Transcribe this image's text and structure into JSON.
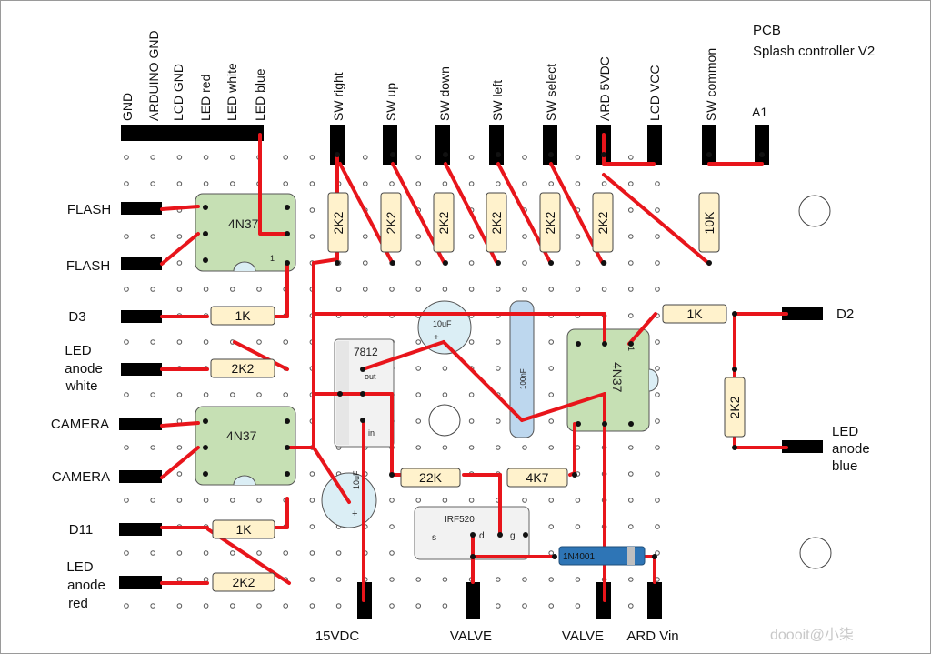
{
  "title": {
    "line1": "PCB",
    "line2": "Splash controller V2"
  },
  "watermark": "doooit@小柒",
  "top_header_labels": [
    "GND",
    "ARDUINO GND",
    "LCD GND",
    "LED red",
    "LED white",
    "LED blue"
  ],
  "top_switch_labels": [
    "SW right",
    "SW up",
    "SW down",
    "SW left",
    "SW select",
    "ARD 5VDC",
    "LCD VCC",
    "SW common"
  ],
  "a1_label": "A1",
  "left_labels": {
    "flash1": "FLASH",
    "flash2": "FLASH",
    "d3": "D3",
    "led_white": [
      "LED",
      "anode",
      "white"
    ],
    "camera1": "CAMERA",
    "camera2": "CAMERA",
    "d11": "D11",
    "led_red": [
      "LED",
      "anode",
      "red"
    ]
  },
  "right_labels": {
    "d2": "D2",
    "led_blue": [
      "LED",
      "anode",
      "blue"
    ]
  },
  "bottom_labels": {
    "v15": "15VDC",
    "valve1": "VALVE",
    "valve2": "VALVE",
    "ardvin": "ARD Vin"
  },
  "components": {
    "opto1": "4N37",
    "opto2": "4N37",
    "opto3": "4N37",
    "opto_pin1": "1",
    "r_2k2": "2K2",
    "r_10k": "10K",
    "r_1k": "1K",
    "r_22k": "22K",
    "r_4k7": "4K7",
    "regulator": "7812",
    "reg_out": "out",
    "reg_in": "in",
    "cap_10uf": "10uF",
    "cap_100nf": "100nF",
    "plus": "+",
    "mosfet": "IRF520",
    "mos_s": "s",
    "mos_d": "d",
    "mos_g": "g",
    "diode": "1N4001"
  },
  "colors": {
    "wire": "#e8151b",
    "opto_fill": "#c6e0b4",
    "resistor_fill": "#fff2cc",
    "cap_fill": "#dbeef5",
    "ceramic_fill": "#bdd7ee",
    "diode_fill": "#2e75b6"
  }
}
